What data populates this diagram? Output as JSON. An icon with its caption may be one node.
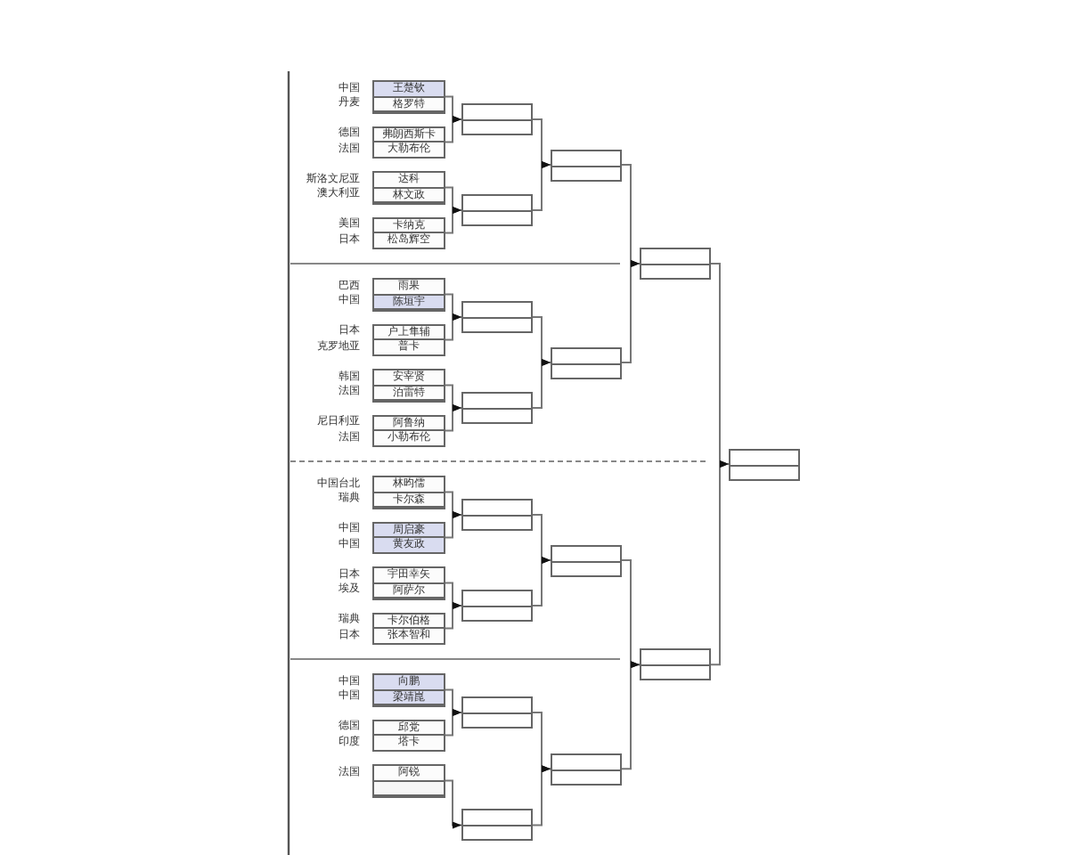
{
  "diagram": {
    "nodes": [
      {
        "text": [],
        "shape": "box"
      },
      {
        "text": [
          "王楚钦"
        ],
        "beside": [
          "中国"
        ],
        "in": 0
      },
      {
        "text": [
          "格罗特"
        ],
        "beside": [
          "丹麦"
        ],
        "in": 0
      },
      {
        "text": [],
        "shape": "box"
      },
      {
        "text": [
          "弗朗西斯卡"
        ],
        "beside": [
          "德国"
        ],
        "in": 3
      },
      {
        "text": [
          "大勒布伦"
        ],
        "beside": [
          "法国"
        ],
        "in": 3
      },
      {
        "text": [],
        "shape": "box"
      },
      {
        "text": [
          "达科"
        ],
        "beside": [
          "斯洛文尼亚"
        ],
        "in": 6
      },
      {
        "text": [
          "林文政"
        ],
        "beside": [
          "澳大利亚"
        ],
        "in": 6
      },
      {
        "text": [],
        "shape": "box"
      },
      {
        "text": [
          "卡纳克"
        ],
        "beside": [
          "美国"
        ],
        "in": 9
      },
      {
        "text": [
          "松岛辉空"
        ],
        "beside": [
          "日本"
        ],
        "in": 9
      },
      {
        "text": [],
        "shape": "box"
      },
      {
        "text": [
          "雨果"
        ],
        "beside": [
          "巴西"
        ],
        "in": 12
      },
      {
        "text": [
          "陈垣宇"
        ],
        "beside": [
          "中国"
        ],
        "in": 12
      },
      {
        "text": [],
        "shape": "box"
      },
      {
        "text": [
          "户上隼辅"
        ],
        "beside": [
          "日本"
        ],
        "in": 15
      },
      {
        "text": [
          "普卡"
        ],
        "beside": [
          "克罗地亚"
        ],
        "in": 15
      },
      {
        "text": [],
        "shape": "box"
      },
      {
        "text": [
          "安宰贤"
        ],
        "beside": [
          "韩国"
        ],
        "in": 18
      },
      {
        "text": [
          "泊雷特"
        ],
        "beside": [
          "法国"
        ],
        "in": 18
      },
      {
        "text": [],
        "shape": "box"
      },
      {
        "text": [
          "阿鲁纳"
        ],
        "beside": [
          "尼日利亚"
        ],
        "in": 21
      },
      {
        "text": [
          "小勒布伦"
        ],
        "beside": [
          "法国"
        ],
        "in": 21
      },
      {
        "text": [],
        "shape": "box"
      },
      {
        "text": [
          "林昀儒"
        ],
        "beside": [
          "中国台北"
        ],
        "in": 24
      },
      {
        "text": [
          "卡尔森"
        ],
        "beside": [
          "瑞典"
        ],
        "in": 24
      },
      {
        "text": [],
        "shape": "box"
      },
      {
        "text": [
          "周启豪"
        ],
        "beside": [
          "中国"
        ],
        "in": 27
      },
      {
        "text": [
          "黄友政"
        ],
        "beside": [
          "中国"
        ],
        "in": 27
      },
      {
        "text": [],
        "shape": "box"
      },
      {
        "text": [
          "宇田幸矢"
        ],
        "beside": [
          "日本"
        ],
        "in": 30
      },
      {
        "text": [
          "阿萨尔"
        ],
        "beside": [
          "埃及"
        ],
        "in": 30
      },
      {
        "text": [],
        "shape": "box"
      },
      {
        "text": [
          "卡尔伯格"
        ],
        "beside": [
          "瑞典"
        ],
        "in": 33
      },
      {
        "text": [
          "张本智和"
        ],
        "beside": [
          "日本"
        ],
        "in": 33
      },
      {
        "text": [],
        "shape": "box"
      },
      {
        "text": [
          "向鹏"
        ],
        "beside": [
          "中国"
        ],
        "in": 36
      },
      {
        "text": [
          "梁靖崑"
        ],
        "beside": [
          "中国"
        ],
        "in": 36
      },
      {
        "text": [],
        "shape": "box"
      },
      {
        "text": [
          "邱党"
        ],
        "beside": [
          "德国"
        ],
        "in": 39
      },
      {
        "text": [
          "塔卡"
        ],
        "beside": [
          "印度"
        ],
        "in": 39
      },
      {
        "text": [],
        "shape": "box"
      },
      {
        "text": [
          "阿锐"
        ],
        "beside": [
          "法国"
        ],
        "in": 42
      },
      {
        "text": [],
        "shape": "box",
        "in": 42
      },
      {
        "text": [],
        "shape": "box"
      },
      {
        "text": [],
        "shape": "box"
      },
      {
        "text": [],
        "shape": "box"
      },
      {
        "text": [],
        "shape": "box"
      },
      {
        "text": [],
        "shape": "box"
      },
      {
        "text": [],
        "shape": "box"
      },
      {
        "text": [],
        "shape": "box"
      },
      {
        "text": [],
        "shape": "box"
      },
      {
        "text": [],
        "shape": "box"
      },
      {
        "text": [],
        "shape": "box"
      },
      {
        "text": [],
        "shape": "box"
      },
      {
        "text": [],
        "shape": "box"
      },
      {
        "text": [],
        "shape": "box"
      },
      {
        "text": [],
        "shape": "box"
      },
      {
        "text": [],
        "shape": "box"
      }
    ],
    "edges": [
      {
        "from": 0,
        "to": 45,
        "arrow": "to"
      },
      {
        "from": 3,
        "to": 45,
        "arrow": "to"
      },
      {
        "from": 6,
        "to": 46,
        "arrow": "to"
      },
      {
        "from": 9,
        "to": 46,
        "arrow": "to"
      },
      {
        "from": 12,
        "to": 47,
        "arrow": "to"
      },
      {
        "from": 15,
        "to": 47,
        "arrow": "to"
      },
      {
        "from": 18,
        "to": 48,
        "arrow": "to"
      },
      {
        "from": 21,
        "to": 48,
        "arrow": "to"
      },
      {
        "from": 24,
        "to": 49,
        "arrow": "to"
      },
      {
        "from": 27,
        "to": 49,
        "arrow": "to"
      },
      {
        "from": 30,
        "to": 50,
        "arrow": "to"
      },
      {
        "from": 33,
        "to": 50,
        "arrow": "to"
      },
      {
        "from": 36,
        "to": 51,
        "arrow": "to"
      },
      {
        "from": 39,
        "to": 51,
        "arrow": "to"
      },
      {
        "from": 42,
        "to": 52,
        "arrow": "to"
      },
      {
        "from": 45,
        "to": 53,
        "arrow": "to"
      },
      {
        "from": 46,
        "to": 53,
        "arrow": "to"
      },
      {
        "from": 47,
        "to": 54,
        "arrow": "to"
      },
      {
        "from": 48,
        "to": 54,
        "arrow": "to"
      },
      {
        "from": 49,
        "to": 55,
        "arrow": "to"
      },
      {
        "from": 50,
        "to": 55,
        "arrow": "to"
      },
      {
        "from": 51,
        "to": 56,
        "arrow": "to"
      },
      {
        "from": 52,
        "to": 56,
        "arrow": "to"
      },
      {
        "from": 53,
        "to": 57,
        "arrow": "to"
      },
      {
        "from": 54,
        "to": 57,
        "arrow": "to"
      },
      {
        "from": 55,
        "to": 58,
        "arrow": "to"
      },
      {
        "from": 56,
        "to": 58,
        "arrow": "to"
      },
      {
        "from": 57,
        "to": 59,
        "arrow": "to"
      },
      {
        "from": 58,
        "to": 59,
        "arrow": "to"
      }
    ]
  }
}
